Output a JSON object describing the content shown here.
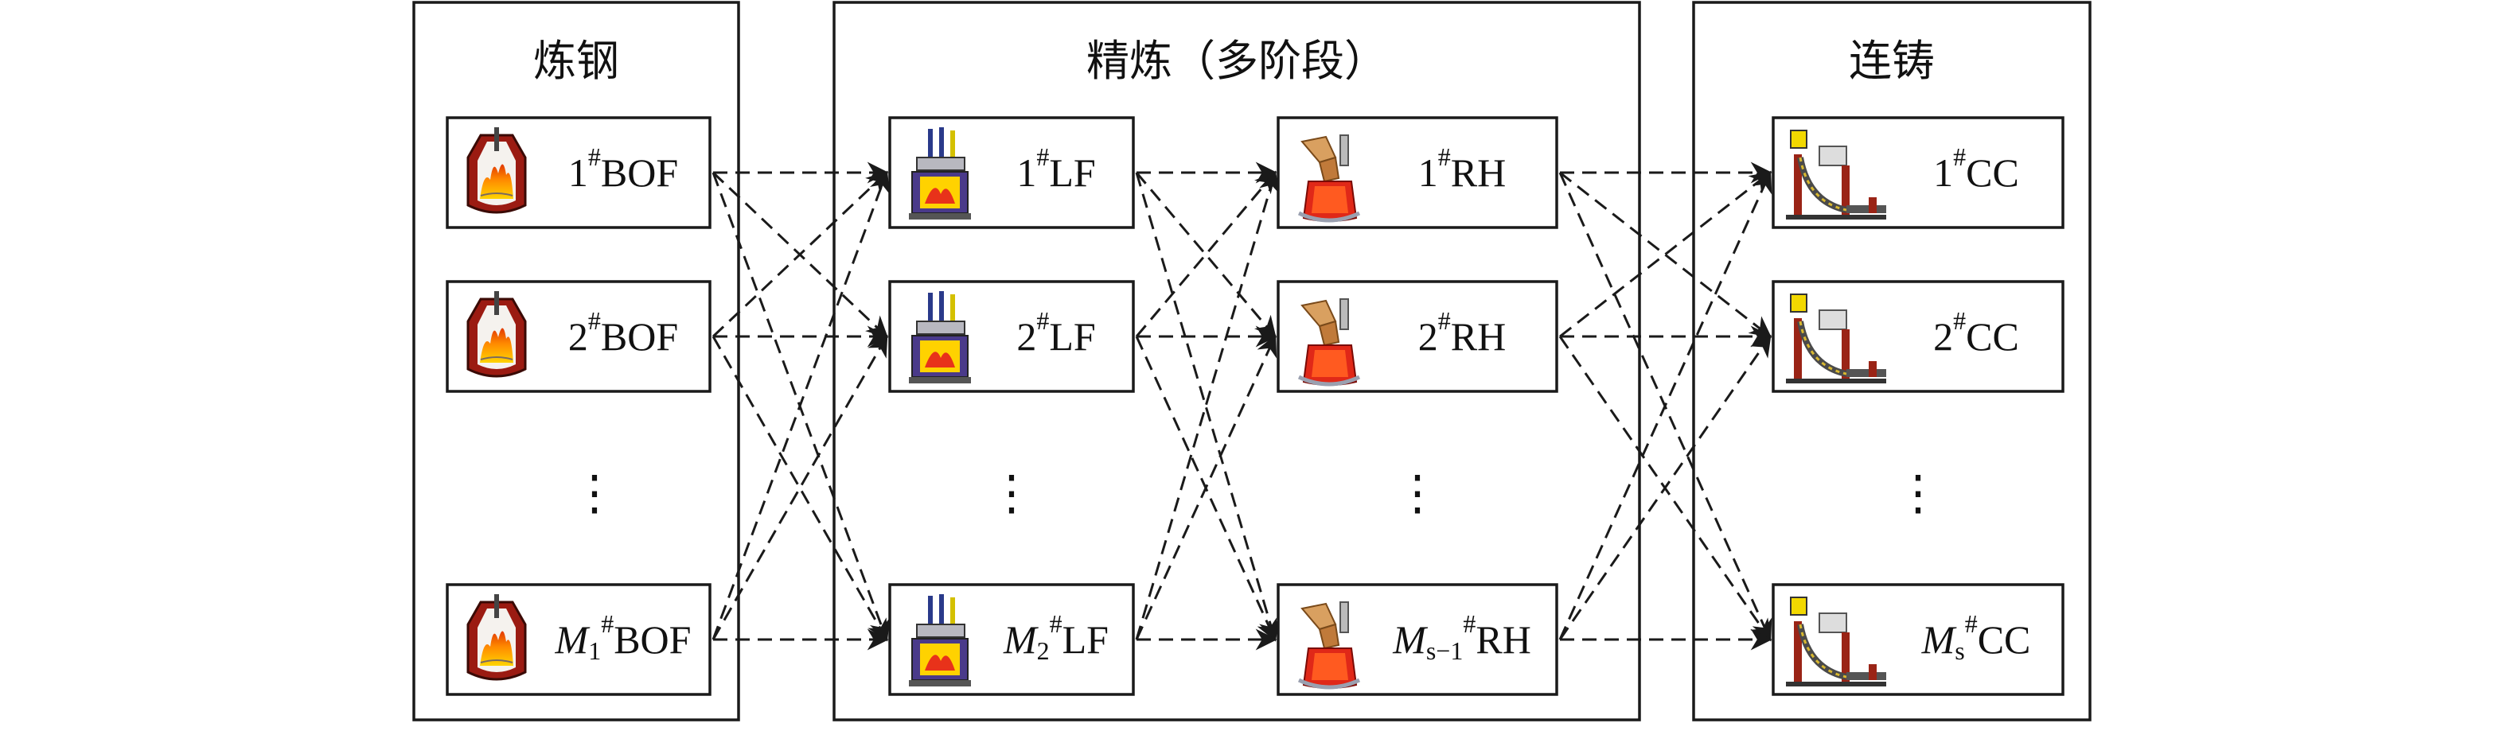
{
  "stages": [
    {
      "id": "steelmaking",
      "title": "炼钢",
      "icon": "bof-furnace-icon",
      "units": [
        {
          "pre": "",
          "sub": "",
          "num": "1",
          "sup": "#",
          "code": "BOF"
        },
        {
          "pre": "",
          "sub": "",
          "num": "2",
          "sup": "#",
          "code": "BOF"
        },
        {
          "pre": "M",
          "sub": "1",
          "num": "",
          "sup": "#",
          "code": "BOF"
        }
      ]
    },
    {
      "id": "refining-lf",
      "title": "精炼（多阶段）",
      "icon": "ladle-furnace-icon",
      "units": [
        {
          "pre": "",
          "sub": "",
          "num": "1",
          "sup": "#",
          "code": "LF"
        },
        {
          "pre": "",
          "sub": "",
          "num": "2",
          "sup": "#",
          "code": "LF"
        },
        {
          "pre": "M",
          "sub": "2",
          "num": "",
          "sup": "#",
          "code": "LF"
        }
      ]
    },
    {
      "id": "refining-rh",
      "title": "",
      "icon": "rh-degasser-icon",
      "units": [
        {
          "pre": "",
          "sub": "",
          "num": "1",
          "sup": "#",
          "code": "RH"
        },
        {
          "pre": "",
          "sub": "",
          "num": "2",
          "sup": "#",
          "code": "RH"
        },
        {
          "pre": "M",
          "sub": "s−1",
          "num": "",
          "sup": "#",
          "code": "RH"
        }
      ]
    },
    {
      "id": "casting",
      "title": "连铸",
      "icon": "continuous-caster-icon",
      "units": [
        {
          "pre": "",
          "sub": "",
          "num": "1",
          "sup": "#",
          "code": "CC"
        },
        {
          "pre": "",
          "sub": "",
          "num": "2",
          "sup": "#",
          "code": "CC"
        },
        {
          "pre": "M",
          "sub": "s",
          "num": "",
          "sup": "#",
          "code": "CC"
        }
      ]
    }
  ],
  "ellipsis": "⋮"
}
